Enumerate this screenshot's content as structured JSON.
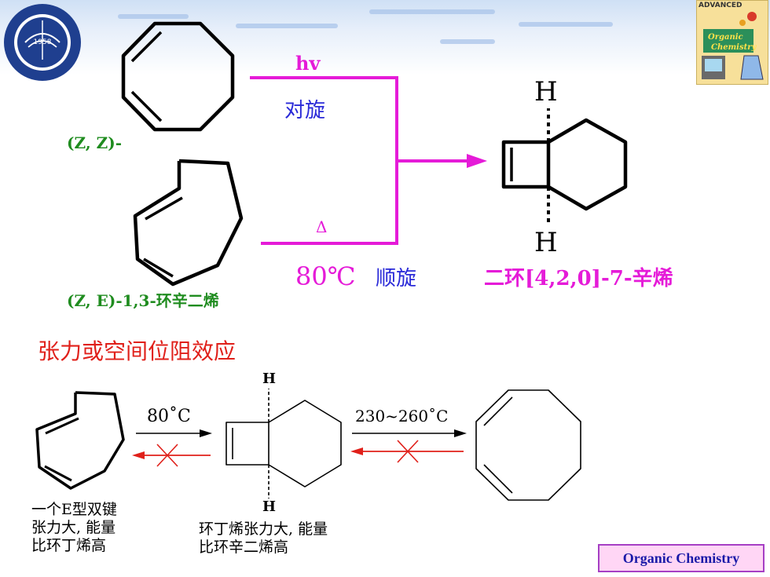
{
  "logo": {
    "year": "1958"
  },
  "badge": {
    "top": "ADVANCED",
    "line1": "Organic",
    "line2": "Chemistry"
  },
  "reaction": {
    "zz_label": "(Z, Z)-",
    "ze_label": "(Z, E)-1,3-环辛二烯",
    "hv": "hv",
    "conrotatory": "对旋",
    "delta": "Δ",
    "temperature": "80℃",
    "disrotatory": "顺旋",
    "h_top": "H",
    "h_bottom": "H",
    "product": "二环[4,2,0]-7-辛烯"
  },
  "section_title": "张力或空间位阻效应",
  "lower": {
    "h_top": "H",
    "h_bottom": "H",
    "temp1": "80˚C",
    "temp2": "230~260˚C",
    "note1": [
      "一个E型双键",
      "张力大, 能量",
      "比环丁烯高"
    ],
    "note2": [
      "环丁烯张力大, 能量",
      "比环辛二烯高"
    ]
  },
  "footer": "Organic Chemistry"
}
